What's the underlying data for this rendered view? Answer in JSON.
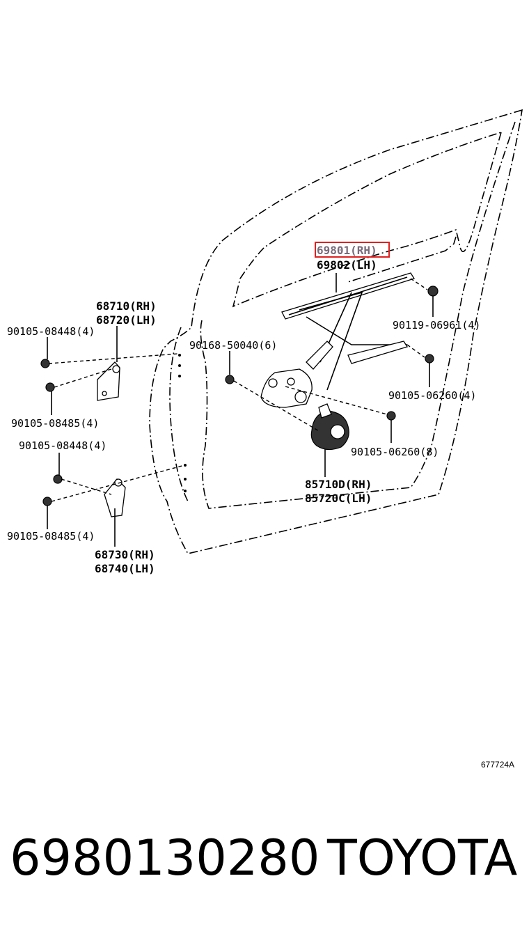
{
  "labels": {
    "regulator_rh": "69801(RH)",
    "regulator_lh": "69802(LH)",
    "hinge_upper_rh": "68710(RH)",
    "hinge_upper_lh": "68720(LH)",
    "bolt_upper_top": "90105-08448(4)",
    "bolt_upper_bottom": "90105-08485(4)",
    "bolt_lower_top": "90105-08448(4)",
    "bolt_lower_bottom": "90105-08485(4)",
    "hinge_lower_rh": "68730(RH)",
    "hinge_lower_lh": "68740(LH)",
    "bolt_center": "90168-50040(6)",
    "bolt_right_top": "90119-06961(4)",
    "bolt_right_mid": "90105-06260(4)",
    "bolt_right_low": "90105-06260(8)",
    "motor_rh": "85710D(RH)",
    "motor_lh": "85720C(LH)"
  },
  "reference_code": "677724A",
  "footer": {
    "part_number": "6980130280",
    "brand": "TOYOTA"
  },
  "colors": {
    "highlight": "#e02020",
    "highlight_text": "#7a6a7a",
    "ink": "#000000"
  }
}
